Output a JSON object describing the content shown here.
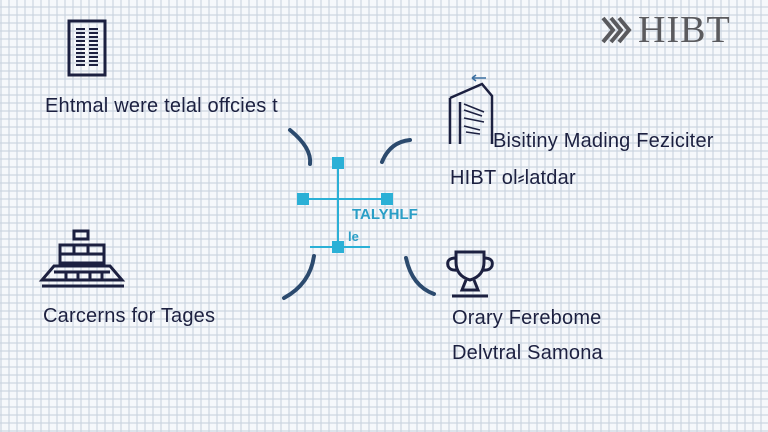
{
  "logo": {
    "text": "HIBT",
    "icon": "chevron-stack-icon"
  },
  "sections": [
    {
      "icon": "barcode-document-icon",
      "label": "Ehtmal were telal offcies t"
    },
    {
      "icon": "building-icon",
      "label": "Bisitiny Mading Feziciter",
      "sublabel": "HIBT ol⸗latdar"
    },
    {
      "icon": "ship-icon",
      "label": "Carcerns for Tages"
    },
    {
      "icon": "trophy-icon",
      "label": "Orary Ferebome",
      "sublabel": "Delvtral Samona"
    }
  ],
  "diagram": {
    "label": "TALYHLF",
    "sublabel": "le"
  },
  "colors": {
    "accent": "#2bb0d6",
    "text": "#1c2040",
    "curve": "#2c4a6e",
    "logo": "#5a5a5e"
  }
}
